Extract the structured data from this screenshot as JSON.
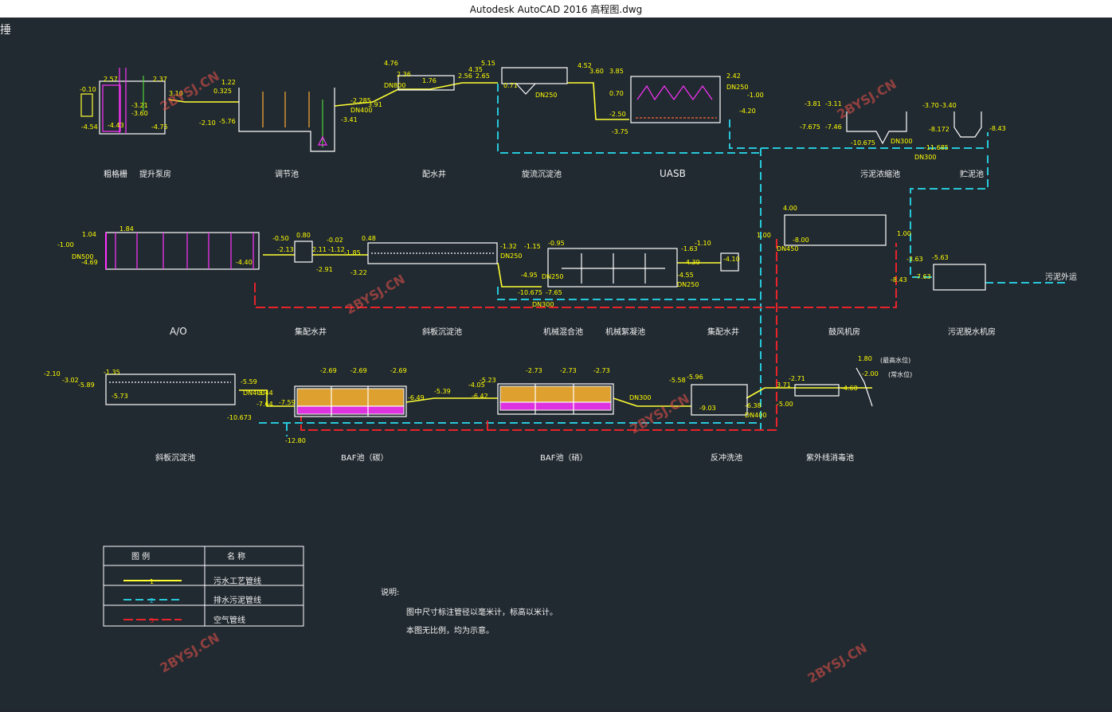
{
  "window": {
    "title": "Autodesk AutoCAD 2016     高程图.dwg"
  },
  "corner_glyph": "捶",
  "colors": {
    "sewage": "#ffff33",
    "sludge": "#27c7d9",
    "air": "#e8232a",
    "structure": "#ffffff",
    "accent": "#ff33ff",
    "media": "#ffb52e",
    "watermark": "#e8524a"
  },
  "units": {
    "coarse_screen": {
      "name": "粗格栅",
      "levels": [
        "-0.10",
        "-4.54",
        "-4.43"
      ]
    },
    "lift_pump": {
      "name": "提升泵房",
      "levels": [
        "2.57",
        "2.37",
        "3.10",
        "-3.21",
        "-3.60",
        "-4.75"
      ]
    },
    "equalization": {
      "name": "调节池",
      "levels": [
        "1.22",
        "0.325",
        "-2.10",
        "-5.76",
        "-2.285",
        "3.91",
        "-3.41",
        "DN400"
      ]
    },
    "dist_well": {
      "name": "配水井",
      "levels": [
        "4.76",
        "2.36",
        "1.76",
        "DN800"
      ]
    },
    "vortex_sed": {
      "name": "旋流沉淀池",
      "levels": [
        "5.15",
        "4.35",
        "2.56",
        "2.65",
        "0.71",
        "DN250"
      ]
    },
    "uasb": {
      "name": "UASB",
      "levels": [
        "4.52",
        "3.85",
        "3.60",
        "0.70",
        "-2.50",
        "-3.75",
        "2.42",
        "-1.00",
        "-4.20",
        "DN250"
      ]
    },
    "sludge_thick": {
      "name": "污泥浓缩池",
      "levels": [
        "-3.81",
        "-3.11",
        "-7.675",
        "-7.46",
        "-10.675",
        "DN300"
      ]
    },
    "sludge_pit": {
      "name": "贮泥池",
      "levels": [
        "-3.70",
        "-3.40",
        "-8.172",
        "-11.685",
        "-8.43",
        "DN300"
      ]
    },
    "ao": {
      "name": "A/O",
      "levels": [
        "1.04",
        "1.84",
        "-1.00",
        "-4.69",
        "-4.40",
        "DN500"
      ]
    },
    "collect_well1": {
      "name": "集配水井",
      "levels": [
        "-0.50",
        "0.80",
        "-2.13",
        "2.11",
        "-2.91",
        "-1.12"
      ]
    },
    "incl_sed1": {
      "name": "斜板沉淀池",
      "levels": [
        "-0.02",
        "0.48",
        "-1.85",
        "-3.22",
        "-1.32",
        "DN250"
      ]
    },
    "mech_mix": {
      "name": "机械混合池",
      "levels": [
        "-1.15",
        "-4.95",
        "-10.675",
        "-7.65",
        "DN250"
      ]
    },
    "mech_floc": {
      "name": "机械絮凝池",
      "levels": [
        "-0.95",
        "DN300"
      ]
    },
    "collect_well2": {
      "name": "集配水井",
      "levels": [
        "-1.10",
        "-1.63",
        "-4.39",
        "-4.10",
        "-4.55",
        "DN250"
      ]
    },
    "blower": {
      "name": "鼓风机房",
      "levels": [
        "4.00",
        "-8.00",
        "1.00",
        "DN450"
      ]
    },
    "sludge_dewater": {
      "name": "污泥脱水机房",
      "levels": [
        "1.00",
        "-3.63",
        "-5.63",
        "-8.43",
        "-7.63"
      ],
      "out_label": "污泥外运"
    },
    "incl_sed2": {
      "name": "斜板沉淀池",
      "levels": [
        "-2.10",
        "-3.02",
        "-1.35",
        "-5.89",
        "-5.73",
        "-10.673"
      ]
    },
    "baf_c": {
      "name": "BAF池（碳）",
      "levels": [
        "-2.69",
        "-2.69",
        "-2.69",
        "-5.59",
        "-5.44",
        "-7.59",
        "-7.64",
        "-12.80",
        "DN400"
      ]
    },
    "baf_n": {
      "name": "BAF池（硝）",
      "levels": [
        "-2.73",
        "-2.73",
        "-2.73",
        "-4.05",
        "-5.23",
        "-5.39",
        "-6.49",
        "-6.42",
        "DN300"
      ]
    },
    "backwash": {
      "name": "反冲洗池",
      "levels": [
        "-5.58",
        "-5.96",
        "-9.03",
        "-6.38",
        "DN400"
      ]
    },
    "uv": {
      "name": "紫外线消毒池",
      "levels": [
        "-2.71",
        "3.71",
        "-5.00",
        "-4.60",
        "1.80",
        "-2.00"
      ],
      "river_labels": [
        "(最高水位)",
        "(常水位)"
      ]
    }
  },
  "legend": {
    "header": [
      "图    例",
      "名        称"
    ],
    "rows": [
      {
        "num": "1",
        "name": "污水工艺管线"
      },
      {
        "num": "2",
        "name": "排水污泥管线"
      },
      {
        "num": "3",
        "name": "空气管线"
      }
    ]
  },
  "notes": {
    "heading": "说明:",
    "lines": [
      "图中尺寸标注管径以毫米计，标高以米计。",
      "本图无比例，均为示意。"
    ]
  },
  "watermark": "2BYSJ.CN"
}
